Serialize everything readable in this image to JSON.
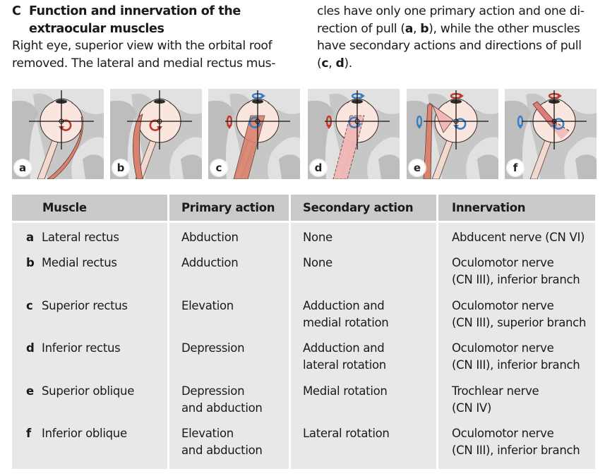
{
  "figure": {
    "letter": "C",
    "title_line1": "Function and innervation of the",
    "title_line2": "extraocular muscles",
    "caption_lines_left": [
      "Right eye, superior view with the orbital roof",
      "removed. The lateral and medial rectus mus-"
    ],
    "caption_right": {
      "line1": "cles have only one primary action and one di-",
      "line2_pre": "rection of pull (",
      "line2_ref_a": "a",
      "line2_sep": ", ",
      "line2_ref_b": "b",
      "line2_post": "), while the other muscles",
      "line3": "have secondary actions and directions of pull",
      "line4_pre": "(",
      "line4_ref_c": "c",
      "line4_sep": ", ",
      "line4_ref_d": "d",
      "line4_post": ")."
    }
  },
  "panels": [
    {
      "label": "a",
      "muscle": "lateral-rectus"
    },
    {
      "label": "b",
      "muscle": "medial-rectus"
    },
    {
      "label": "c",
      "muscle": "superior-rectus"
    },
    {
      "label": "d",
      "muscle": "inferior-rectus"
    },
    {
      "label": "e",
      "muscle": "superior-oblique"
    },
    {
      "label": "f",
      "muscle": "inferior-oblique"
    }
  ],
  "colors": {
    "bone_light": "#e1e1e1",
    "bone_dark": "#bdbdbd",
    "eyeball": "#fbe6df",
    "muscle": "#d9826f",
    "muscle_light": "#f2b7b7",
    "nerve": "#f1d9d0",
    "arrow_red": "#c0392b",
    "arrow_blue": "#3a7fc4",
    "header_bg": "#cacaca",
    "body_bg": "#e8e8e8"
  },
  "table": {
    "headers": [
      "Muscle",
      "Primary action",
      "Secondary action",
      "Innervation"
    ],
    "rows": [
      {
        "letter": "a",
        "muscle": "Lateral rectus",
        "primary": [
          "Abduction"
        ],
        "secondary": [
          "None"
        ],
        "innervation": [
          "Abducent nerve (CN VI)"
        ]
      },
      {
        "letter": "b",
        "muscle": "Medial rectus",
        "primary": [
          "Adduction"
        ],
        "secondary": [
          "None"
        ],
        "innervation": [
          "Oculomotor nerve",
          "(CN III), inferior branch"
        ]
      },
      {
        "letter": "c",
        "muscle": "Superior rectus",
        "primary": [
          "Elevation"
        ],
        "secondary": [
          "Adduction and",
          "medial rotation"
        ],
        "innervation": [
          "Oculomotor nerve",
          "(CN III), superior branch"
        ]
      },
      {
        "letter": "d",
        "muscle": "Inferior rectus",
        "primary": [
          "Depression"
        ],
        "secondary": [
          "Adduction and",
          "lateral rotation"
        ],
        "innervation": [
          "Oculomotor nerve",
          "(CN III), inferior branch"
        ]
      },
      {
        "letter": "e",
        "muscle": "Superior oblique",
        "primary": [
          "Depression",
          "and abduction"
        ],
        "secondary": [
          "Medial rotation"
        ],
        "innervation": [
          "Trochlear nerve",
          "(CN IV)"
        ]
      },
      {
        "letter": "f",
        "muscle": "Inferior oblique",
        "primary": [
          "Elevation",
          "and abduction"
        ],
        "secondary": [
          "Lateral rotation"
        ],
        "innervation": [
          "Oculomotor nerve",
          "(CN III), inferior branch"
        ]
      }
    ]
  }
}
